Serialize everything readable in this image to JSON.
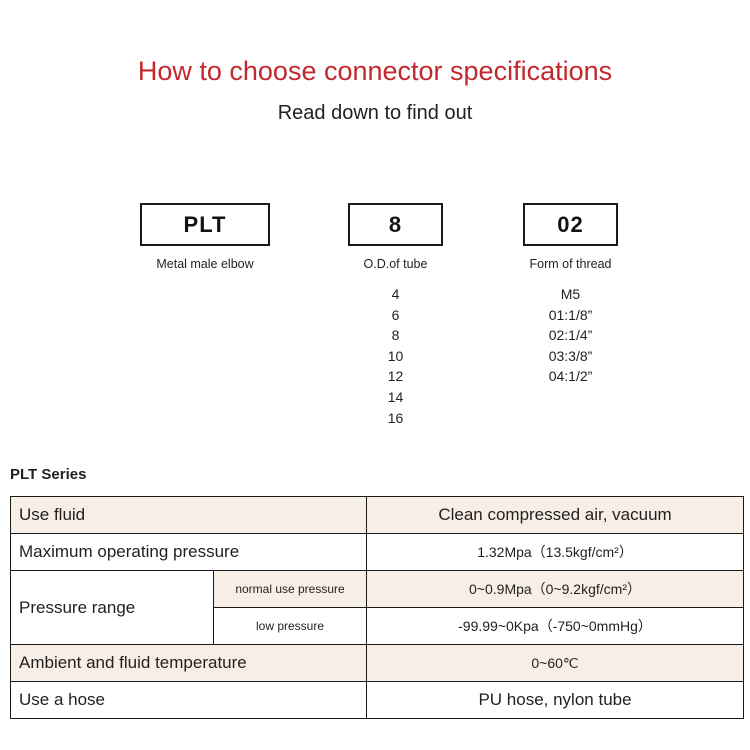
{
  "header": {
    "title": "How to choose connector specifications",
    "subtitle": "Read down to find out"
  },
  "code_breakdown": [
    {
      "code": "PLT",
      "caption": "Metal male elbow",
      "options": []
    },
    {
      "code": "8",
      "caption": "O.D.of tube",
      "options": [
        "4",
        "6",
        "8",
        "10",
        "12",
        "14",
        "16"
      ]
    },
    {
      "code": "02",
      "caption": "Form of thread",
      "options": [
        "M5",
        "01:1/8”",
        "02:1/4”",
        "03:3/8”",
        "04:1/2”"
      ]
    }
  ],
  "spec_section": {
    "heading": "PLT Series",
    "rows": [
      {
        "label": "Use fluid",
        "value": "Clean compressed air, vacuum"
      },
      {
        "label": "Maximum operating pressure",
        "value": "1.32Mpa（13.5kgf/cm²）"
      },
      {
        "label": "Pressure range",
        "sub_label": "normal use pressure",
        "value": "0~0.9Mpa（0~9.2kgf/cm²）"
      },
      {
        "sub_label": "low pressure",
        "value": "-99.99~0Kpa（-750~0mmHg）"
      },
      {
        "label": "Ambient and fluid temperature",
        "value": "0~60℃"
      },
      {
        "label": "Use a hose",
        "value": "PU hose, nylon tube"
      }
    ]
  },
  "colors": {
    "title_red": "#c2282d",
    "row_beige": "#f7efe5",
    "border": "#1a1a1a",
    "text": "#231f20"
  }
}
